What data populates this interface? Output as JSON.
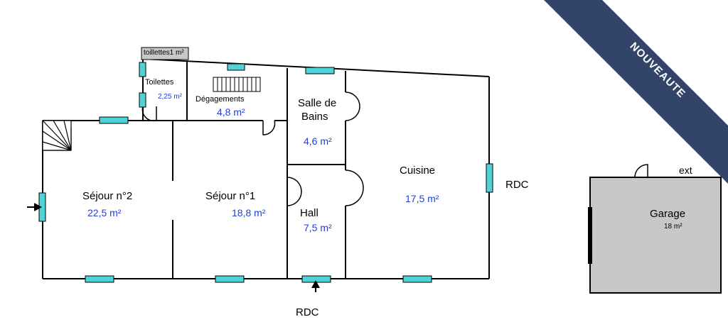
{
  "badge": {
    "text": "NOUVEAUTE",
    "color": "#33446b"
  },
  "colors": {
    "wall": "#000000",
    "window": "#4fd3d6",
    "area_text": "#1f3fd6",
    "garage_fill": "#c8c8c8"
  },
  "rooms": {
    "toilettes_top": {
      "label": "toillettes1  m²"
    },
    "toilettes": {
      "label": "Toilettes",
      "area": "2,25  m²"
    },
    "degagements": {
      "label": "Dégagements",
      "area": "4,8  m²"
    },
    "salle_de_bains": {
      "label_line1": "Salle de",
      "label_line2": "Bains",
      "area": "4,6  m²"
    },
    "cuisine": {
      "label": "Cuisine",
      "area": "17,5  m²"
    },
    "sejour2": {
      "label": "Séjour n°2",
      "area": "22,5  m²"
    },
    "sejour1": {
      "label": "Séjour n°1",
      "area": "18,8  m²"
    },
    "hall": {
      "label": "Hall",
      "area": "7,5  m²"
    },
    "garage": {
      "label": "Garage",
      "area": "18  m²"
    }
  },
  "labels": {
    "rdc_right": "RDC",
    "rdc_bottom": "RDC",
    "ext": "ext"
  }
}
